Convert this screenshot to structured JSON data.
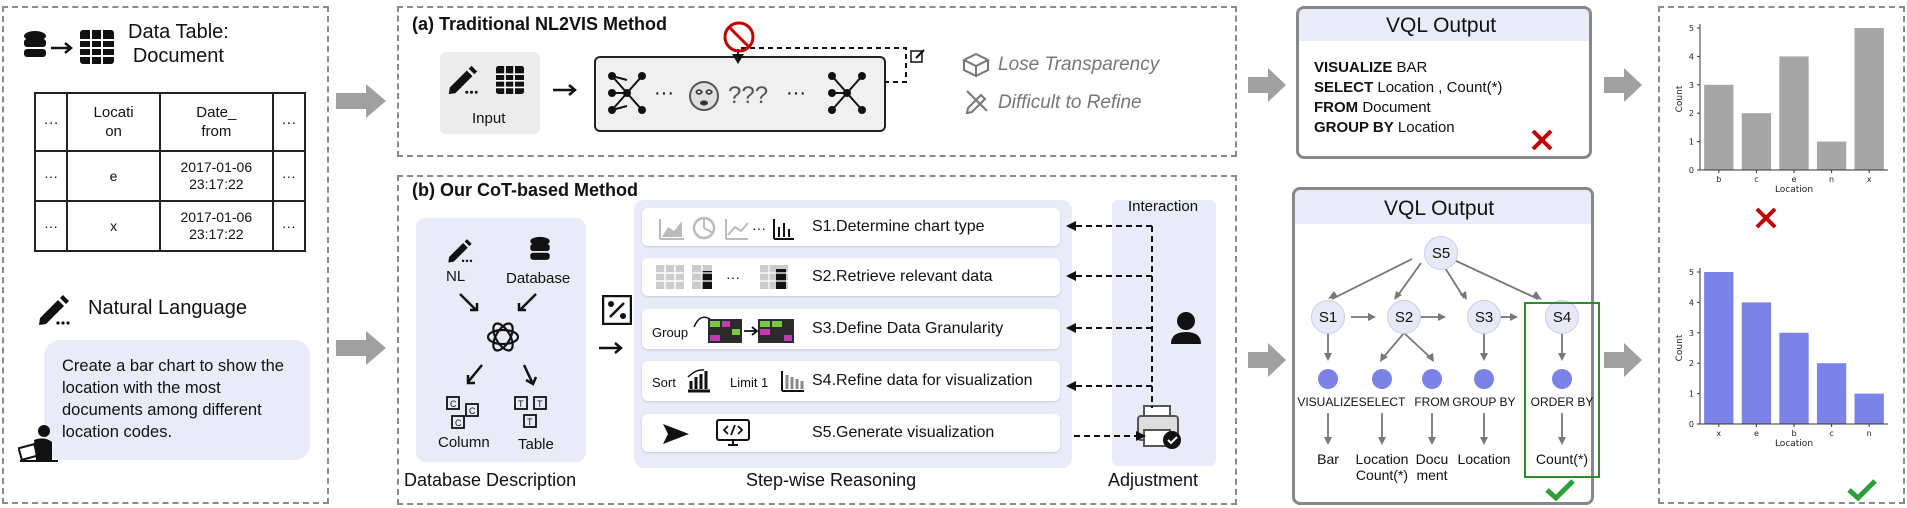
{
  "left": {
    "table_title": "Data Table: Document",
    "table_title_l1": "Data Table:",
    "table_title_l2": "Document",
    "col1_l1": "Locati",
    "col1_l2": "on",
    "col2_l1": "Date_",
    "col2_l2": "from",
    "ellipsis": "···",
    "rows": [
      {
        "loc": "e",
        "date_l1": "2017-01-06",
        "date_l2": "23:17:22"
      },
      {
        "loc": "x",
        "date_l1": "2017-01-06",
        "date_l2": "23:17:22"
      }
    ],
    "nl_title": "Natural Language",
    "query": "Create a bar chart to show the location with the most documents among different location codes."
  },
  "panel_a": {
    "title": "(a) Traditional NL2VIS Method",
    "input_label": "Input",
    "dots": "···",
    "qmarks": "???",
    "issue1": "Lose Transparency",
    "issue2": "Difficult  to Refine"
  },
  "panel_b": {
    "title": "(b) Our CoT-based Method",
    "nl_label": "NL",
    "db_label": "Database",
    "column_label": "Column",
    "table_label": "Table",
    "db_desc_label": "Database Description",
    "steps": [
      "S1.Determine chart type",
      "S2.Retrieve relevant data",
      "S3.Define Data Granularity",
      "S4.Refine data for visualization",
      "S5.Generate visualization"
    ],
    "group_label": "Group",
    "sort_label": "Sort",
    "limit_label": "Limit 1",
    "stepwise_label": "Step-wise Reasoning",
    "interaction_label": "Interaction",
    "adjustment_label": "Adjustment"
  },
  "vql_top": {
    "title": "VQL Output",
    "lines": [
      {
        "kw": "VISUALIZE",
        "rest": " BAR"
      },
      {
        "kw": "SELECT",
        "rest": " Location , Count(*)"
      },
      {
        "kw": "FROM",
        "rest": " Document"
      },
      {
        "kw": "GROUP BY",
        "rest": " Location"
      }
    ]
  },
  "vql_bottom": {
    "title": "VQL Output",
    "root": "S5",
    "nodes": [
      "S1",
      "S2",
      "S3",
      "S4"
    ],
    "keywords": [
      "VISUALIZE",
      "SELECT",
      "FROM",
      "GROUP BY",
      "ORDER BY"
    ],
    "values": [
      "Bar",
      "Location Count(*)",
      "Docu ment",
      "Location",
      "Count(*)"
    ],
    "value_lines": [
      [
        "Bar"
      ],
      [
        "Location",
        "Count(*)"
      ],
      [
        "Docu",
        "ment"
      ],
      [
        "Location"
      ],
      [
        "Count(*)"
      ]
    ]
  },
  "chart_data": [
    {
      "type": "bar",
      "categories": [
        "b",
        "c",
        "e",
        "n",
        "x"
      ],
      "values": [
        3,
        2,
        4,
        1,
        5
      ],
      "xlabel": "Location",
      "ylabel": "Count",
      "ylim": [
        0,
        5
      ],
      "color": "#a6a6a6",
      "result": "wrong"
    },
    {
      "type": "bar",
      "categories": [
        "x",
        "e",
        "b",
        "c",
        "n"
      ],
      "values": [
        5,
        4,
        3,
        2,
        1
      ],
      "xlabel": "Location",
      "ylabel": "Count",
      "ylim": [
        0,
        5
      ],
      "color": "#7b83e8",
      "result": "correct"
    }
  ],
  "colors": {
    "accent": "#7b83e8",
    "panel_bg": "#e9ebf8",
    "wrong": "#c00000",
    "right": "#2e9e3a",
    "highlight_box": "#2e8b2e"
  }
}
